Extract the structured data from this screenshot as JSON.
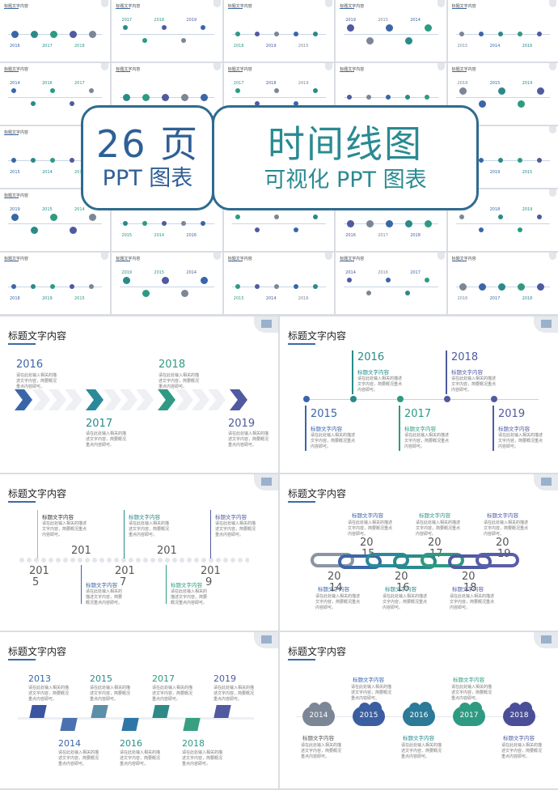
{
  "thumb_title": "标题文字内容",
  "thumb_years": [
    "2016",
    "2017",
    "2018",
    "2019",
    "2015",
    "2014"
  ],
  "banner": {
    "left_number": "26 页",
    "left_sub": "PPT 图表",
    "right_main": "时间线图",
    "right_sub": "可视化 PPT 图表"
  },
  "colors": {
    "blue": "#3a66a8",
    "teal": "#2a8a8a",
    "green": "#2e9a82",
    "purple": "#4f5aa0",
    "frame": "#2f6b8f"
  },
  "slide1": {
    "title": "标题文字内容",
    "years_top": [
      "2016",
      "2018"
    ],
    "years_bottom": [
      "2017",
      "2019"
    ],
    "desc": "请在此处输入相关的描述文字内容，简要概况重点内容即可。"
  },
  "slide2": {
    "title": "标题文字内容",
    "years_top": [
      "2016",
      "2018"
    ],
    "years_bottom": [
      "2015",
      "2017",
      "2019"
    ],
    "item_label": "标题文字内容",
    "desc": "请在此处输入相关的描述文字内容，简要概况重点内容即可。"
  },
  "slide3": {
    "title": "标题文字内容",
    "years": [
      "201\n5",
      "201",
      "201\n7",
      "201",
      "201\n9"
    ],
    "year_a": "201",
    "year_a2": "5",
    "year_b": "201",
    "year_c": "201",
    "year_c2": "7",
    "year_d": "201",
    "year_e": "201",
    "year_e2": "9",
    "item_label": "标题文字内容",
    "desc": "请在此处输入相关的描述文字内容，简要概况重点内容即可。"
  },
  "slide4": {
    "title": "标题文字内容",
    "year_part": "20",
    "year_tails_top": [
      "15",
      "17",
      "19"
    ],
    "year_tails_bottom": [
      "14",
      "16",
      "18"
    ],
    "item_label": "标题文字内容",
    "desc": "请在此处输入相关的描述文字内容，简要概况重点内容即可。"
  },
  "slide5": {
    "title": "标题文字内容",
    "years_top": [
      "2013",
      "2015",
      "2017",
      "2019"
    ],
    "years_bottom": [
      "2014",
      "2016",
      "2018"
    ],
    "desc": "请在此处输入相关的描述文字内容，简要概况重点内容即可。"
  },
  "slide6": {
    "title": "标题文字内容",
    "years": [
      "2014",
      "2015",
      "2016",
      "2017",
      "2018"
    ],
    "item_label": "标题文字内容",
    "desc": "请在此处输入相关的描述文字内容，简要概况重点内容即可。"
  }
}
